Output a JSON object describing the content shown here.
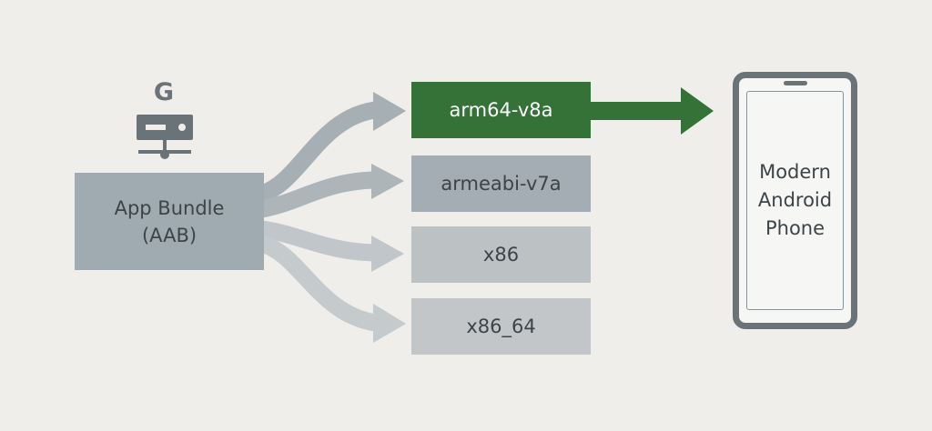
{
  "diagram": {
    "source": {
      "lines": [
        "App Bundle",
        "(AAB)"
      ]
    },
    "abis": [
      {
        "label": "arm64-v8a",
        "selected": true
      },
      {
        "label": "armeabi-v7a",
        "selected": false
      },
      {
        "label": "x86",
        "selected": false
      },
      {
        "label": "x86_64",
        "selected": false
      }
    ],
    "target": {
      "lines": [
        "Modern",
        "Android",
        "Phone"
      ]
    },
    "icons": {
      "brand": "G",
      "brand_name": "google-g-icon",
      "server_name": "server-icon"
    },
    "colors": {
      "background": "#efeeeb",
      "selected": "#357238",
      "bundle": "#a0abb1",
      "phone_frame": "#6a7378"
    }
  }
}
